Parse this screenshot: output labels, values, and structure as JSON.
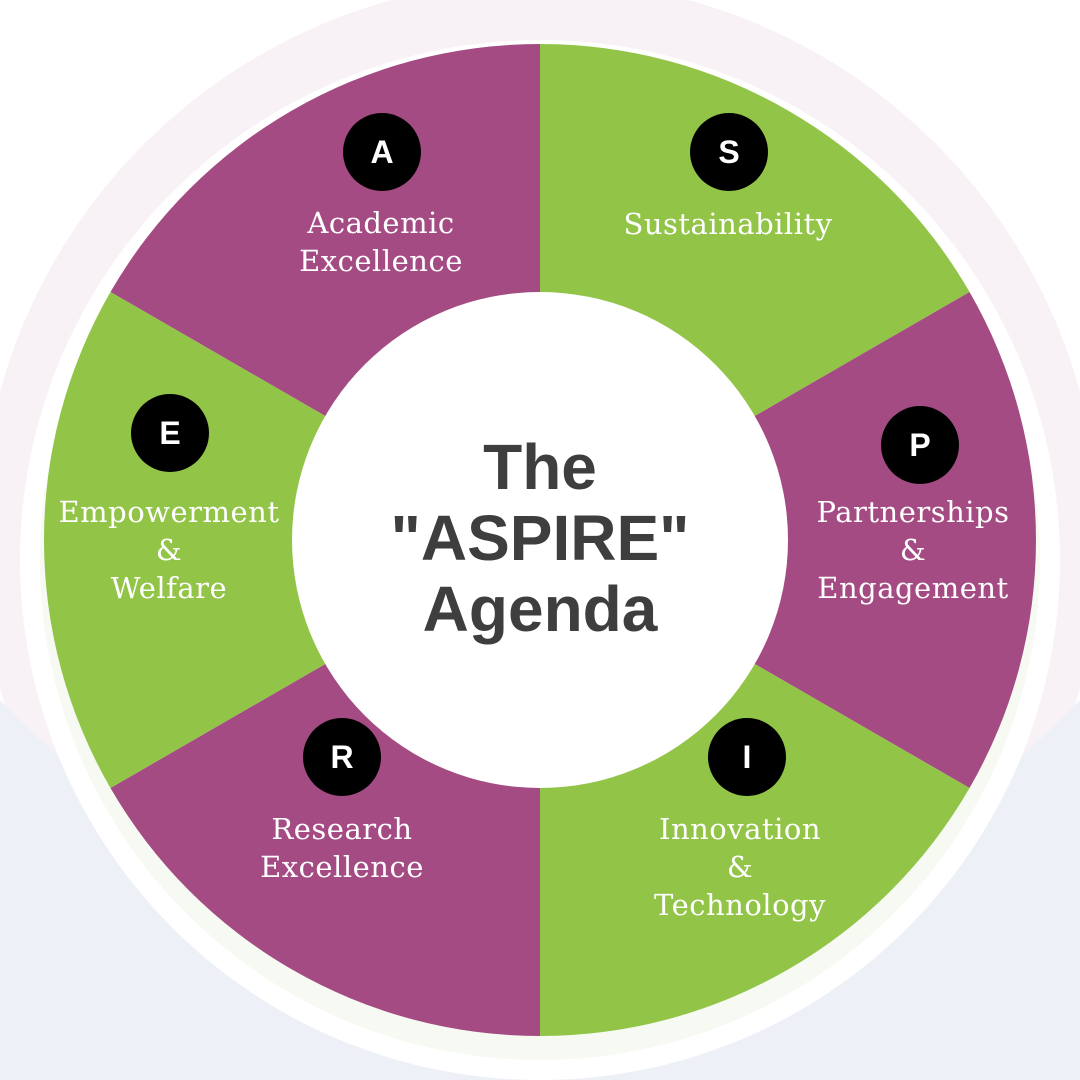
{
  "title": {
    "line1": "The",
    "line2": "\"ASPIRE\"",
    "line3": "Agenda"
  },
  "colors": {
    "purple": "#A54B84",
    "green": "#92C447",
    "badge": "#000000",
    "title": "#3E3E3E"
  },
  "segments": [
    {
      "letter": "A",
      "lines": [
        "Academic",
        "Excellence"
      ],
      "color": "purple"
    },
    {
      "letter": "S",
      "lines": [
        "Sustainability"
      ],
      "color": "green"
    },
    {
      "letter": "P",
      "lines": [
        "Partnerships",
        "&",
        "Engagement"
      ],
      "color": "purple"
    },
    {
      "letter": "I",
      "lines": [
        "Innovation",
        "&",
        "Technology"
      ],
      "color": "green"
    },
    {
      "letter": "R",
      "lines": [
        "Research",
        "Excellence"
      ],
      "color": "purple"
    },
    {
      "letter": "E",
      "lines": [
        "Empowerment",
        "&",
        "Welfare"
      ],
      "color": "green"
    }
  ]
}
